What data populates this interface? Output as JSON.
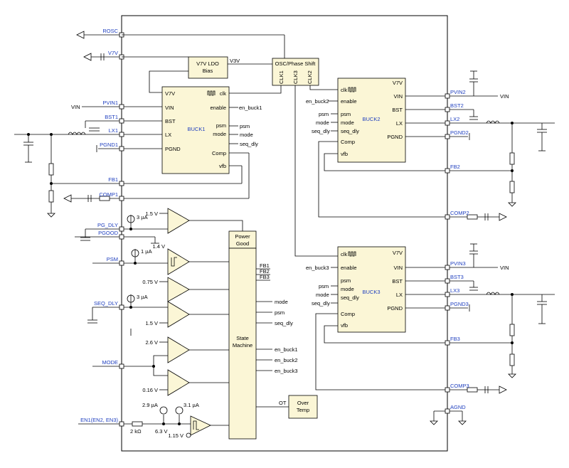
{
  "left_pins": {
    "rosc": "ROSC",
    "v7v": "V7V",
    "pvin1": "PVIN1",
    "bst1": "BST1",
    "lx1": "LX1",
    "pgnd1": "PGND1",
    "fb1": "FB1",
    "comp1": "COMP1",
    "pg_dly": "PG_DLY",
    "pgood": "PGOOD",
    "psm": "PSM",
    "seq_dly": "SEQ_DLY",
    "mode": "MODE",
    "en1": "EN1(EN2, EN3)"
  },
  "right_pins": {
    "pvin2": "PVIN2",
    "bst2": "BST2",
    "lx2": "LX2",
    "pgnd2": "PGND2",
    "fb2": "FB2",
    "comp2": "COMP2",
    "pvin3": "PVIN3",
    "bst3": "BST3",
    "lx3": "LX3",
    "pgnd3": "PGND3",
    "fb3": "FB3",
    "comp3": "COMP3",
    "agnd": "AGND"
  },
  "ext_labels": {
    "vin_left": "VIN",
    "vin_right1": "VIN",
    "vin_right2": "VIN"
  },
  "ldo": {
    "line1": "V7V LDO",
    "line2": "Bias",
    "out": "V3V"
  },
  "osc": {
    "title": "OSC/Phase Shift",
    "clk1": "CLK1",
    "clk2": "CLK2",
    "clk3": "CLK3"
  },
  "buck1": {
    "name": "BUCK1",
    "v7v": "V7V",
    "clk": "clk",
    "vin": "VIN",
    "enable": "enable",
    "bst": "BST",
    "lx": "LX",
    "pgnd": "PGND",
    "psm": "psm",
    "mode": "mode",
    "seq_dly": "seq_dly",
    "comp": "Comp",
    "vfb": "vfb",
    "en_in": "en_buck1"
  },
  "buck2": {
    "name": "BUCK2",
    "clk": "clk",
    "v7v": "V7V",
    "enable": "enable",
    "vin": "VIN",
    "bst": "BST",
    "psm": "psm",
    "lx": "LX",
    "mode": "mode",
    "seq_dly": "seq_dly",
    "pgnd": "PGND",
    "comp": "Comp",
    "vfb": "vfb",
    "en_in": "en_buck2",
    "in_psm": "psm",
    "in_mode": "mode",
    "in_seq": "seq_dly"
  },
  "buck3": {
    "name": "BUCK3",
    "clk": "clk",
    "v7v": "V7V",
    "enable": "enable",
    "vin": "VIN",
    "bst": "BST",
    "psm": "psm",
    "lx": "LX",
    "mode": "mode",
    "seq_dly": "seq_dly",
    "pgnd": "PGND",
    "comp": "Comp",
    "vfb": "vfb",
    "en_in": "en_buck3",
    "in_psm": "psm",
    "in_mode": "mode",
    "in_seq": "seq_dly"
  },
  "power_good": {
    "line1": "Power",
    "line2": "Good"
  },
  "state_machine": {
    "line1": "State",
    "line2": "Machine"
  },
  "sm_inputs": {
    "fb1": "FB1",
    "fb2": "FB2",
    "fb3": "FB3"
  },
  "sm_outputs": {
    "mode": "mode",
    "psm": "psm",
    "seq_dly": "seq_dly",
    "en_buck1": "en_buck1",
    "en_buck2": "en_buck2",
    "en_buck3": "en_buck3"
  },
  "over_temp": {
    "line1": "Over",
    "line2": "Temp",
    "ot": "OT"
  },
  "values": {
    "v_1p5a": "1.5 V",
    "i_3ua_a": "3 µA",
    "i_1ua": "1 µA",
    "v_1p4": "1.4 V",
    "v_0p75": "0.75 V",
    "i_3ua_b": "3 µA",
    "v_1p5b": "1.5 V",
    "v_2p6": "2.6 V",
    "v_0p16": "0.16 V",
    "i_2p9ua": "2.9 µA",
    "i_3p1ua": "3.1 µA",
    "r_2k": "2 kΩ",
    "v_6p3": "6.3 V",
    "v_1p15": "1.15 V"
  }
}
